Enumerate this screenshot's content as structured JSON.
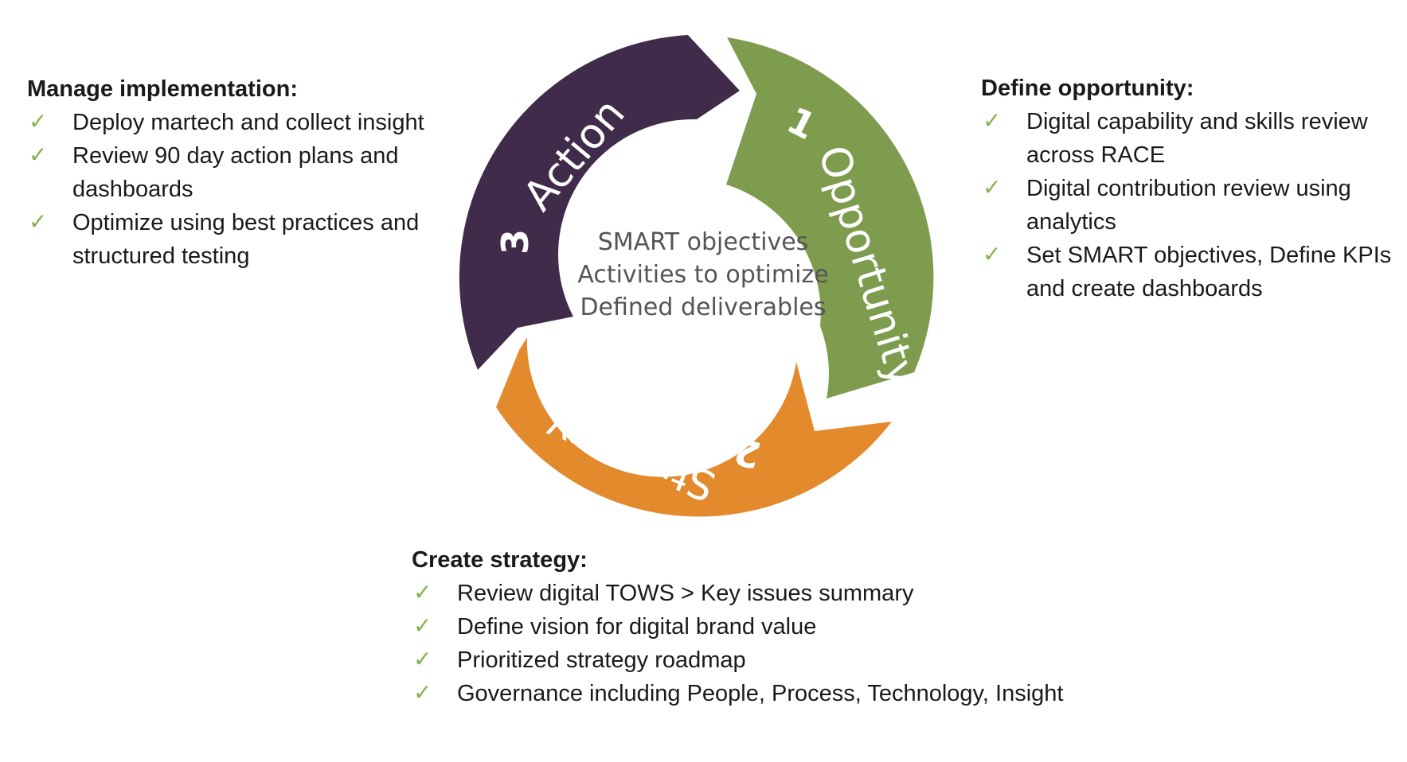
{
  "cycle": {
    "center_lines": [
      "SMART objectives",
      "Activities to optimize",
      "Defined deliverables"
    ],
    "segments": [
      {
        "number": "1",
        "label": "Opportunity",
        "color": "#7d9c4e"
      },
      {
        "number": "2",
        "label": "Strategy",
        "color": "#e38a2d"
      },
      {
        "number": "3",
        "label": "Action",
        "color": "#402c4a"
      }
    ]
  },
  "panels": {
    "manage": {
      "title": "Manage implementation:",
      "items": [
        "Deploy martech and collect insight",
        "Review 90 day action plans and dashboards",
        "Optimize using best practices and structured testing"
      ]
    },
    "define": {
      "title": "Define opportunity:",
      "items": [
        "Digital capability and skills review across RACE",
        "Digital contribution review using analytics",
        "Set SMART objectives, Define KPIs and create dashboards"
      ]
    },
    "create": {
      "title": "Create strategy:",
      "items": [
        "Review digital TOWS > Key issues summary",
        "Define vision for digital brand value",
        "Prioritized strategy roadmap",
        "Governance including People, Process, Technology, Insight"
      ]
    }
  },
  "icons": {
    "check": "check-icon",
    "check_color": "#82b44a"
  }
}
